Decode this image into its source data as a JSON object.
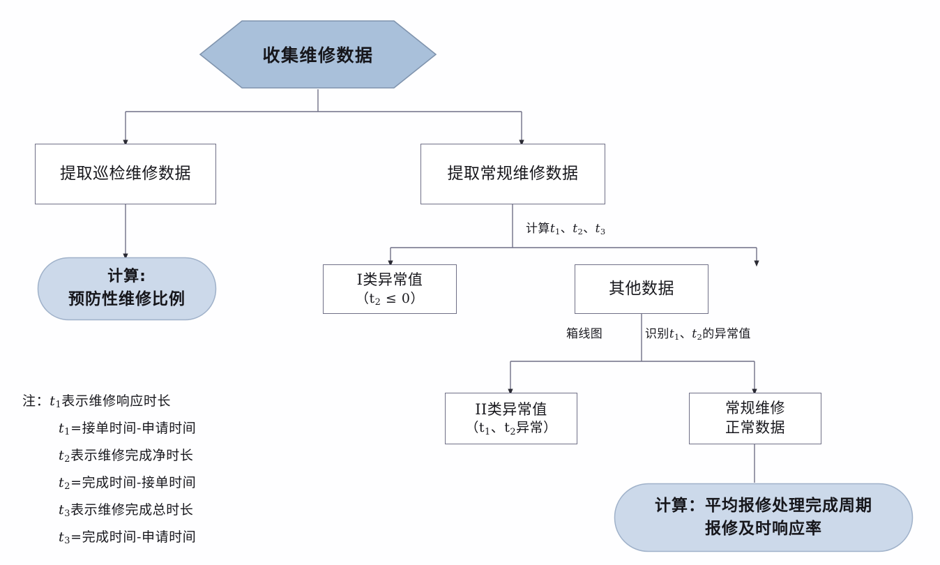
{
  "diagram": {
    "title_node": {
      "id": "collect",
      "label": "收集维修数据",
      "shape": "hexagon",
      "fill": "#a9c0da",
      "stroke": "#7f93ad"
    },
    "nodes": [
      {
        "id": "extract-inspection",
        "label": "提取巡检维修数据",
        "shape": "rect",
        "fill": "#ffffff",
        "stroke": "#6f6f86"
      },
      {
        "id": "extract-routine",
        "label": "提取常规维修数据",
        "shape": "rect",
        "fill": "#ffffff",
        "stroke": "#6f6f86"
      },
      {
        "id": "calc-preventive",
        "label_line1": "计算:",
        "label_line2": "预防性维修比例",
        "shape": "rounded",
        "fill": "#ccd9ea",
        "stroke": "#9fb1c9"
      },
      {
        "id": "type1-outlier",
        "label_line1": "I类异常值",
        "label_line2": "（t2 ≤ 0）",
        "shape": "rect",
        "fill": "#ffffff",
        "stroke": "#6f6f86"
      },
      {
        "id": "other-data",
        "label": "其他数据",
        "shape": "rect",
        "fill": "#ffffff",
        "stroke": "#6f6f86"
      },
      {
        "id": "type2-outlier",
        "label_line1": "II类异常值",
        "label_line2": "（t1、t2异常）",
        "shape": "rect",
        "fill": "#ffffff",
        "stroke": "#6f6f86"
      },
      {
        "id": "routine-normal",
        "label_line1": "常规维修",
        "label_line2": "正常数据",
        "shape": "rect",
        "fill": "#ffffff",
        "stroke": "#6f6f86"
      },
      {
        "id": "calc-cycle",
        "label_line1": "计算：平均报修处理完成周期",
        "label_line2": "报修及时响应率",
        "shape": "rounded",
        "fill": "#ccd9ea",
        "stroke": "#9fb1c9"
      }
    ],
    "edge_labels": {
      "calc_t": "计算t1、t2、t3",
      "boxplot": "箱线图",
      "identify": "识别t1、t2的异常值"
    },
    "notes": [
      "注：t1表示维修响应时长",
      "t1=接单时间-申请时间",
      "t2表示维修完成净时长",
      "t2=完成时间-接单时间",
      "t3表示维修完成总时长",
      "t3=完成时间-申请时间"
    ]
  }
}
